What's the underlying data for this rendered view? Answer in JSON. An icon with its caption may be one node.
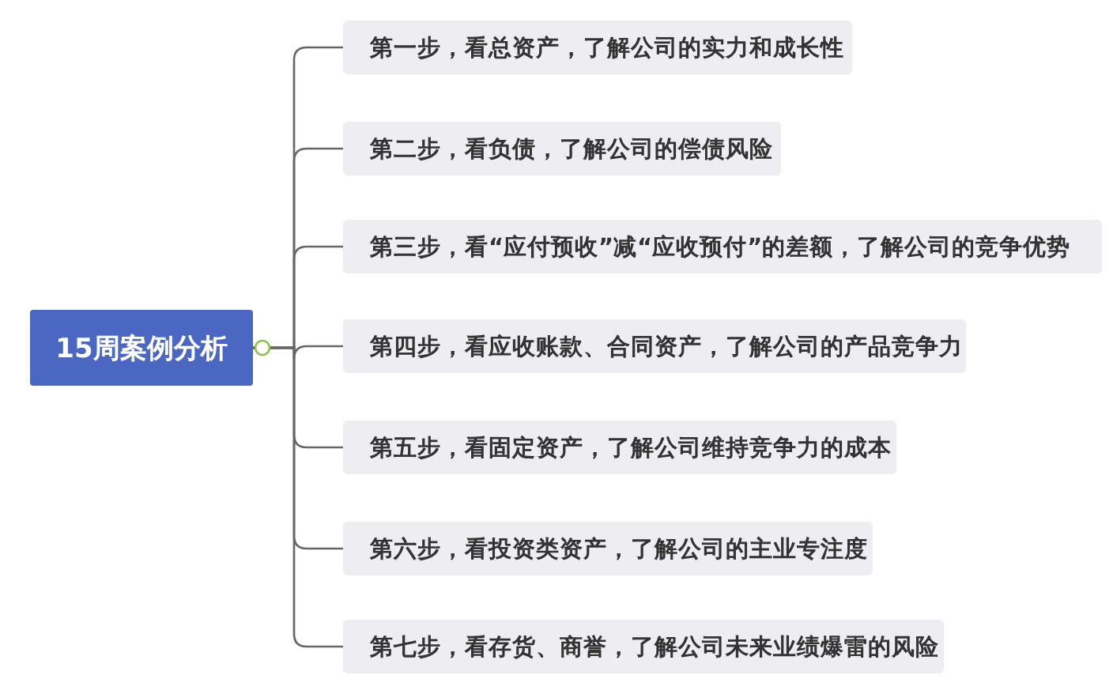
{
  "diagram": {
    "nodes": [
      {
        "text": [
          "15周案例分析"
        ]
      },
      {
        "text": [
          "第一步，看总资产，了解公司的实力和成长性"
        ]
      },
      {
        "text": [
          "第二步，看负债，了解公司的偿债风险"
        ]
      },
      {
        "text": [
          "第三步，看“应付预收”减“应收预付”的差额，了解公司的竞争优势"
        ]
      },
      {
        "text": [
          "第四步，看应收账款、合同资产，了解公司的产品竞争力"
        ]
      },
      {
        "text": [
          "第五步，看固定资产，了解公司维持竞争力的成本"
        ]
      },
      {
        "text": [
          "第六步，看投资类资产，了解公司的主业专注度"
        ]
      },
      {
        "text": [
          "第七步，看存货、商誉，了解公司未来业绩爆雷的风险"
        ]
      }
    ],
    "edges": [
      {
        "from": 0,
        "to": 1,
        "arrow": "none"
      },
      {
        "from": 0,
        "to": 2,
        "arrow": "none"
      },
      {
        "from": 0,
        "to": 3,
        "arrow": "none"
      },
      {
        "from": 0,
        "to": 4,
        "arrow": "none"
      },
      {
        "from": 0,
        "to": 5,
        "arrow": "none"
      },
      {
        "from": 0,
        "to": 6,
        "arrow": "none"
      },
      {
        "from": 0,
        "to": 7,
        "arrow": "none"
      }
    ]
  }
}
